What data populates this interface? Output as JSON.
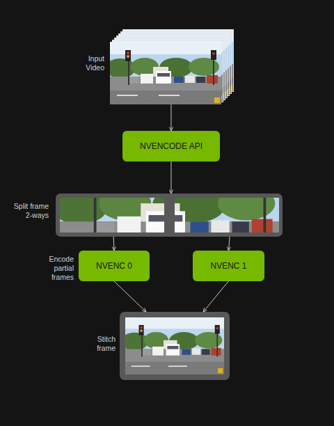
{
  "diagram": {
    "nodes": [
      {
        "text": [
          "Input Video"
        ]
      },
      {
        "text": [
          "NVENCODE API"
        ]
      },
      {
        "text": [
          "Split frame 2-ways"
        ]
      },
      {
        "text": [
          "NVENC 0"
        ]
      },
      {
        "text": [
          "NVENC 1"
        ]
      },
      {
        "text": [
          "Stitch frame"
        ]
      }
    ],
    "edges": [
      {
        "from": 0,
        "to": 1,
        "arrow": "to"
      },
      {
        "from": 1,
        "to": 2,
        "arrow": "to"
      },
      {
        "from": 2,
        "to": 3,
        "arrow": "to"
      },
      {
        "from": 2,
        "to": 4,
        "arrow": "to"
      },
      {
        "from": 3,
        "to": 5,
        "arrow": "to"
      },
      {
        "from": 4,
        "to": 5,
        "arrow": "to"
      }
    ],
    "labels": [
      "Encode partial frames"
    ]
  }
}
